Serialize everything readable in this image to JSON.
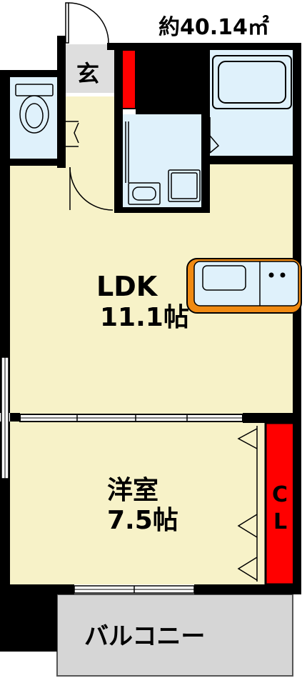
{
  "floor_plan": {
    "area_label": "約40.14㎡",
    "rooms": {
      "entrance": "玄",
      "ldk": {
        "name": "LDK",
        "size": "11.1帖"
      },
      "western": {
        "name": "洋室",
        "size": "7.5帖"
      },
      "closet": {
        "line1": "C",
        "line2": "L"
      },
      "balcony": "バルコニー"
    },
    "colors": {
      "room_fill": "#f7f2c8",
      "wet_fill": "#dff1fb",
      "wall": "#000000",
      "closet_red": "#ff0000",
      "counter_orange": "#f08a12",
      "balcony_fill": "#d6d6d6",
      "entrance_fill": "#dedede"
    }
  }
}
